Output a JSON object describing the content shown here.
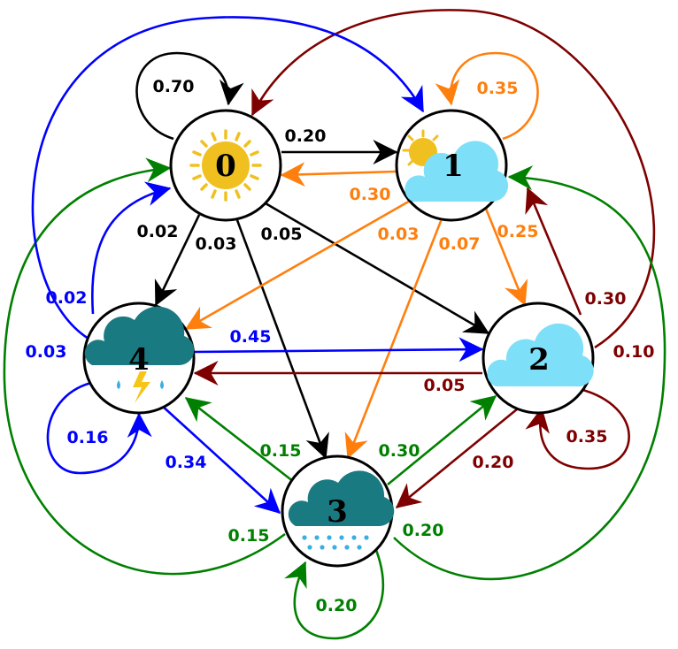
{
  "colors": {
    "state_0": "#000000",
    "state_1": "#ff7f0e",
    "state_2": "#7f0000",
    "state_3": "#008000",
    "state_4": "#0000ff",
    "sun": "#f0c020",
    "cloud_light": "#7ee0f8",
    "cloud_dark": "#1a7a82",
    "rain": "#3aaee0",
    "bolt": "#f5c518"
  },
  "nodes": [
    {
      "id": "0",
      "label": "0",
      "icon": "sun-icon"
    },
    {
      "id": "1",
      "label": "1",
      "icon": "partly-cloudy-icon"
    },
    {
      "id": "2",
      "label": "2",
      "icon": "cloud-icon"
    },
    {
      "id": "3",
      "label": "3",
      "icon": "rain-cloud-icon"
    },
    {
      "id": "4",
      "label": "4",
      "icon": "thunderstorm-icon"
    }
  ],
  "edges": [
    {
      "from": "0",
      "to": "0",
      "label": "0.70"
    },
    {
      "from": "0",
      "to": "1",
      "label": "0.20"
    },
    {
      "from": "0",
      "to": "4",
      "label": "0.02"
    },
    {
      "from": "0",
      "to": "3",
      "label": "0.03"
    },
    {
      "from": "0",
      "to": "2",
      "label": "0.05"
    },
    {
      "from": "1",
      "to": "1",
      "label": "0.35"
    },
    {
      "from": "1",
      "to": "0",
      "label": "0.30"
    },
    {
      "from": "1",
      "to": "4",
      "label": "0.03"
    },
    {
      "from": "1",
      "to": "3",
      "label": "0.07"
    },
    {
      "from": "1",
      "to": "2",
      "label": "0.25"
    },
    {
      "from": "2",
      "to": "2",
      "label": "0.35"
    },
    {
      "from": "2",
      "to": "0",
      "label": "0.10"
    },
    {
      "from": "2",
      "to": "1",
      "label": "0.30"
    },
    {
      "from": "2",
      "to": "4",
      "label": "0.05"
    },
    {
      "from": "2",
      "to": "3",
      "label": "0.20"
    },
    {
      "from": "3",
      "to": "3",
      "label": "0.20"
    },
    {
      "from": "3",
      "to": "0",
      "label": "0.15"
    },
    {
      "from": "3",
      "to": "4",
      "label": "0.15"
    },
    {
      "from": "3",
      "to": "2",
      "label": "0.30"
    },
    {
      "from": "3",
      "to": "1",
      "label": "0.20"
    },
    {
      "from": "4",
      "to": "4",
      "label": "0.16"
    },
    {
      "from": "4",
      "to": "0",
      "label": "0.02"
    },
    {
      "from": "4",
      "to": "1",
      "label": "0.03"
    },
    {
      "from": "4",
      "to": "2",
      "label": "0.45"
    },
    {
      "from": "4",
      "to": "3",
      "label": "0.34"
    }
  ]
}
